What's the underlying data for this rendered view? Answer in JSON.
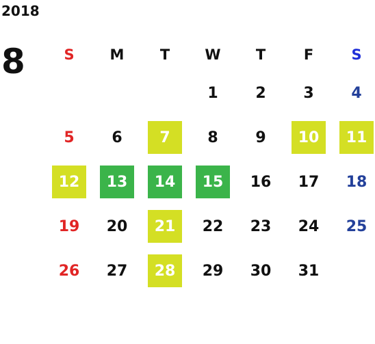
{
  "year": "2018",
  "month": "8",
  "weekdays": [
    "S",
    "M",
    "T",
    "W",
    "T",
    "F",
    "S"
  ],
  "weeks": [
    [
      "",
      "",
      "",
      "1",
      "2",
      "3",
      "4"
    ],
    [
      "5",
      "6",
      "7",
      "8",
      "9",
      "10",
      "11"
    ],
    [
      "12",
      "13",
      "14",
      "15",
      "16",
      "17",
      "18"
    ],
    [
      "19",
      "20",
      "21",
      "22",
      "23",
      "24",
      "25"
    ],
    [
      "26",
      "27",
      "28",
      "29",
      "30",
      "31",
      ""
    ]
  ],
  "highlights": {
    "yellow": [
      "7",
      "10",
      "11",
      "12",
      "21",
      "28"
    ],
    "green": [
      "13",
      "14",
      "15"
    ]
  },
  "colors": {
    "sunday": "#e12525",
    "saturday": "#23409a",
    "yellow_highlight": "#d4df24",
    "green_highlight": "#3bb44a"
  }
}
